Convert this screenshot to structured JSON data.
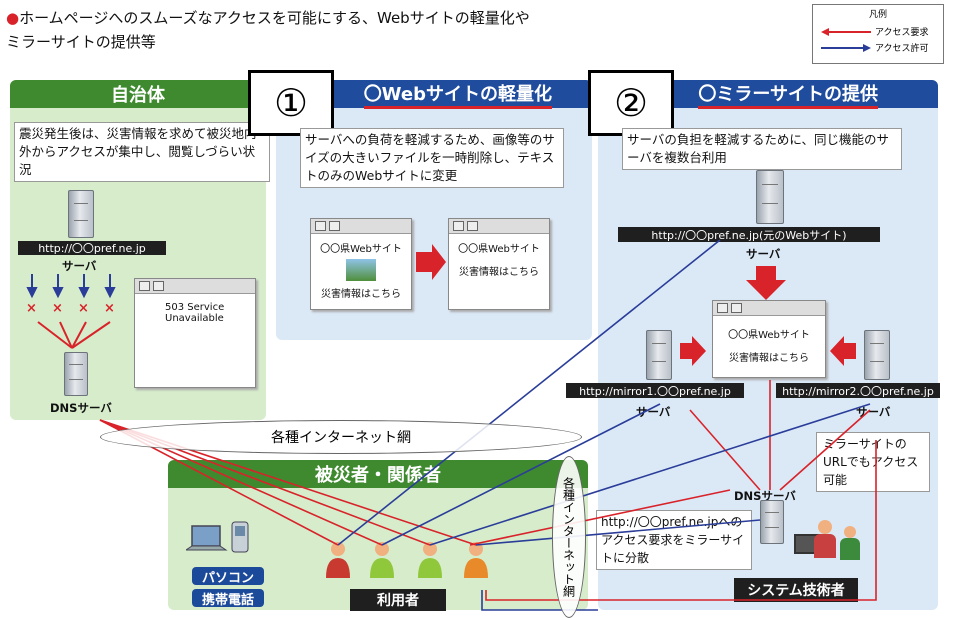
{
  "title": {
    "line1": "ホームページへのスムーズなアクセスを可能にする、Webサイトの軽量化や",
    "line2": "ミラーサイトの提供等"
  },
  "legend": {
    "title": "凡例",
    "request": "アクセス要求",
    "allow": "アクセス許可"
  },
  "left": {
    "header": "自治体",
    "desc": "震災発生後は、災害情報を求めて被災地内外からアクセスが集中し、閲覧しづらい状況",
    "url": "http://〇〇pref.ne.jp",
    "server_label": "サーバ",
    "browser_text": "503 Service Unavailable",
    "dns_label": "DNSサーバ"
  },
  "middle": {
    "badge": "①",
    "header": "〇Webサイトの軽量化",
    "desc": "サーバへの負荷を軽減するため、画像等のサイズの大きいファイルを一時削除し、テキストのみのWebサイトに変更",
    "b1_title": "〇〇県Webサイト",
    "b1_info": "災害情報はこちら",
    "b2_title": "〇〇県Webサイト",
    "b2_info": "災害情報はこちら"
  },
  "right": {
    "badge": "②",
    "header": "〇ミラーサイトの提供",
    "desc": "サーバの負担を軽減するために、同じ機能のサーバを複数台利用",
    "origin_url": "http://〇〇pref.ne.jp(元のWebサイト)",
    "origin_server": "サーバ",
    "center_title": "〇〇県Webサイト",
    "center_info": "災害情報はこちら",
    "mirror1_url": "http://mirror1.〇〇pref.ne.jp",
    "mirror1_server": "サーバ",
    "mirror2_url": "http://mirror2.〇〇pref.ne.jp",
    "mirror2_server": "サーバ",
    "dns_label": "DNSサーバ",
    "mirror_note": "ミラーサイトのURLでもアクセス可能",
    "dist_note": "http://〇〇pref.ne.jpへのアクセス要求をミラーサイトに分散",
    "tech": "システム技術者"
  },
  "bottom": {
    "net_label": "各種インターネット網",
    "victims_header": "被災者・関係者",
    "pc": "パソコン",
    "phone": "携帯電話",
    "users": "利用者",
    "vnet": "各種インターネット網"
  },
  "colors": {
    "green_header": "#3f8a2f",
    "green_panel": "#d6eccb",
    "blue_header": "#1f4c9c",
    "blue_panel": "#dbe9f7",
    "request": "#d9232a",
    "allow": "#2a3d99"
  }
}
